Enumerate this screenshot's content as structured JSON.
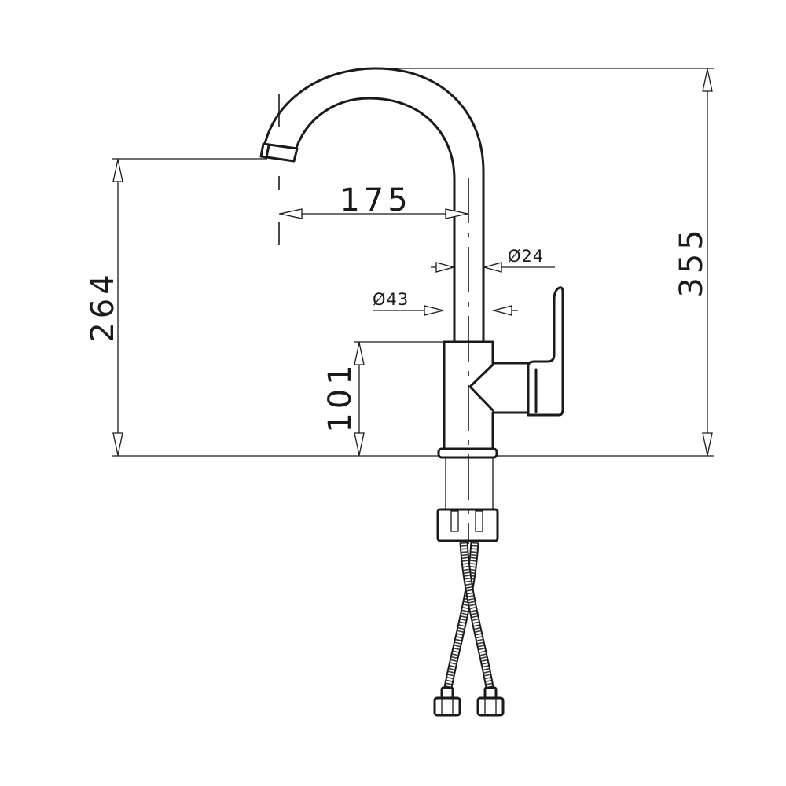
{
  "drawing": {
    "dimensions": {
      "spout_reach": "175",
      "spout_height": "264",
      "total_height": "355",
      "body_height": "101",
      "pipe_diameter": "Ø24",
      "body_diameter": "Ø43"
    },
    "colors": {
      "line": "#1a1a1a",
      "background": "#ffffff"
    }
  }
}
